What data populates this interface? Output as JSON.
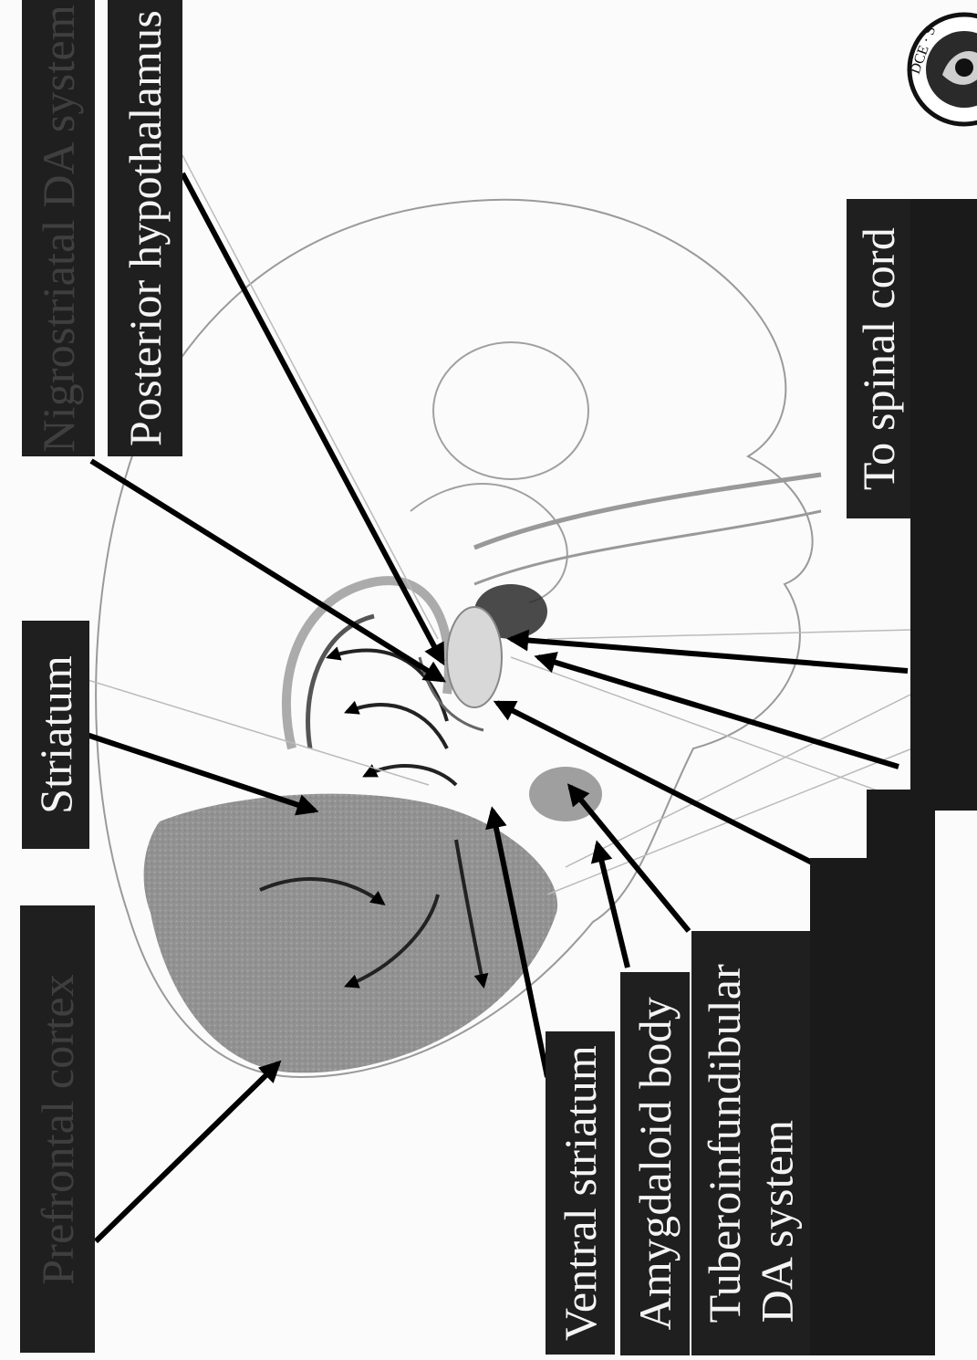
{
  "labels": {
    "striatum": "Striatum",
    "posterior_hypothalamus": "Posterior hypothalamus",
    "ventral_striatum": "Ventral striatum",
    "amygdaloid_body": "Amygdaloid body",
    "tuberoinfundibular_line1": "Tuberoinfundibular",
    "tuberoinfundibular_line2": "DA system",
    "to_spinal_cord": "To spinal cord",
    "nigrostriatal_partial": "Nigrostriatal DA system",
    "cortex_partial": "Prefrontal cortex"
  },
  "seal": {
    "text": "DCE · S"
  },
  "icons": [
    "brain-section-drawing",
    "arrow",
    "seal-emblem"
  ],
  "colors": {
    "label_bg": "#1f1f1f",
    "label_text": "#f4f4f4",
    "arrow": "#000000",
    "cortex_shade": "#8a8a8a",
    "outline": "#9a9a9a"
  }
}
